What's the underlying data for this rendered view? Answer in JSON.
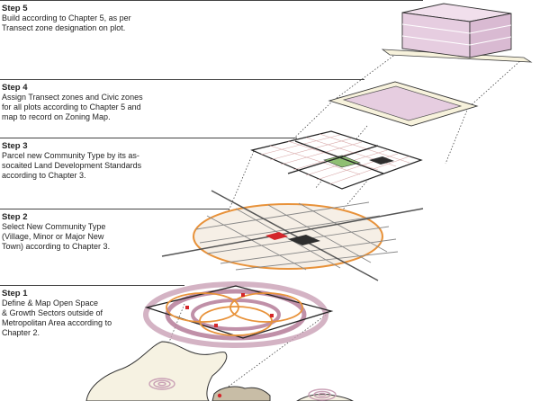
{
  "steps": [
    {
      "title": "Step 5",
      "lines": [
        "Build according to Chapter 5, as per",
        "Transect zone designation on plot."
      ]
    },
    {
      "title": "Step 4",
      "lines": [
        "Assign Transect zones and Civic zones",
        "for all plots according to Chapter 5 and",
        "map to record on Zoning Map."
      ]
    },
    {
      "title": "Step 3",
      "lines": [
        "Parcel new Community Type by its as-",
        "socaited Land Development Standards",
        "according to Chapter 3."
      ]
    },
    {
      "title": "Step 2",
      "lines": [
        "Select New Community Type",
        "(Village, Minor or Major New",
        "Town) according to Chapter 3."
      ]
    },
    {
      "title": "Step 1",
      "lines": [
        "Define & Map Open Space",
        "& Growth Sectors outside of",
        "Metropolitan Area according to",
        "Chapter 2."
      ]
    }
  ],
  "colors": {
    "building_fill": "#e6cde0",
    "plot_fill": "#f7f2dc",
    "green_plot": "#8fbf73",
    "dark_plot": "#2e2e2e",
    "red_plot": "#d4262b",
    "orange_ring": "#e8923a",
    "pink_ring": "#b9849e",
    "land_fill": "#f6f2e2",
    "water_line": "#333333"
  }
}
